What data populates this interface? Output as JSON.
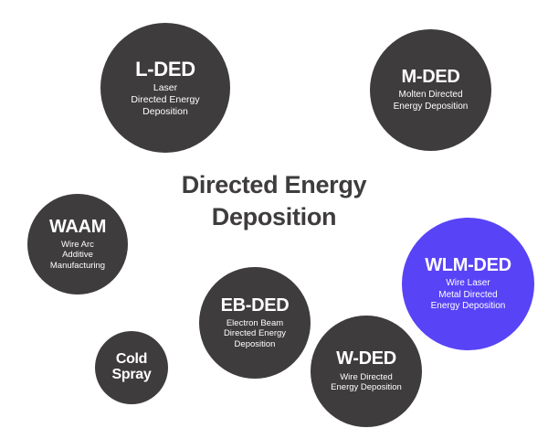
{
  "diagram": {
    "center_title": "Directed Energy\nDeposition",
    "background_color": "#ffffff",
    "default_bubble_color": "#3e3c3d",
    "highlight_bubble_color": "#5843f6",
    "text_color": "#ffffff",
    "title_color": "#3e3c3d",
    "bubbles": [
      {
        "id": "l-ded",
        "title": "L-DED",
        "subtitle": "Laser\nDirected Energy\nDeposition",
        "color": "#3e3c3d",
        "highlighted": false
      },
      {
        "id": "m-ded",
        "title": "M-DED",
        "subtitle": "Molten Directed\nEnergy Deposition",
        "color": "#3e3c3d",
        "highlighted": false
      },
      {
        "id": "waam",
        "title": "WAAM",
        "subtitle": "Wire Arc\nAdditive\nManufacturing",
        "color": "#3e3c3d",
        "highlighted": false
      },
      {
        "id": "wlm-ded",
        "title": "WLM-DED",
        "subtitle": "Wire Laser\nMetal Directed\nEnergy Deposition",
        "color": "#5843f6",
        "highlighted": true
      },
      {
        "id": "eb-ded",
        "title": "EB-DED",
        "subtitle": "Electron Beam\nDirected Energy\nDeposition",
        "color": "#3e3c3d",
        "highlighted": false
      },
      {
        "id": "w-ded",
        "title": "W-DED",
        "subtitle": "Wire Directed\nEnergy Deposition",
        "color": "#3e3c3d",
        "highlighted": false
      },
      {
        "id": "cold-spray",
        "title": "Cold\nSpray",
        "subtitle": "",
        "color": "#3e3c3d",
        "highlighted": false
      }
    ]
  }
}
